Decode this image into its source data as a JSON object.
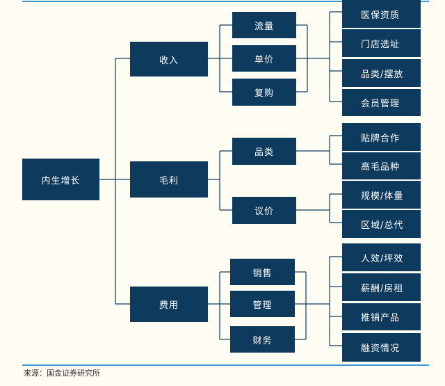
{
  "root": "内生增长",
  "level1": [
    "收入",
    "毛利",
    "费用"
  ],
  "income": {
    "drivers": [
      "流量",
      "单价",
      "复购"
    ],
    "factors": [
      "医保资质",
      "门店选址",
      "品类/摆放",
      "会员管理"
    ]
  },
  "margin": {
    "drivers": [
      "品类",
      "议价"
    ],
    "factors": [
      "贴牌合作",
      "高毛品种",
      "规模/体量",
      "区域/总代"
    ]
  },
  "expense": {
    "drivers": [
      "销售",
      "管理",
      "财务"
    ],
    "factors": [
      "人效/坪效",
      "薪酬/房租",
      "推销产品",
      "融资情况"
    ]
  },
  "source": "来源：国金证券研究所",
  "colors": {
    "box": "#0e3a5e",
    "line": "#0e3a5e",
    "rule": "#3c9ad6",
    "background": "#fffdf3"
  }
}
